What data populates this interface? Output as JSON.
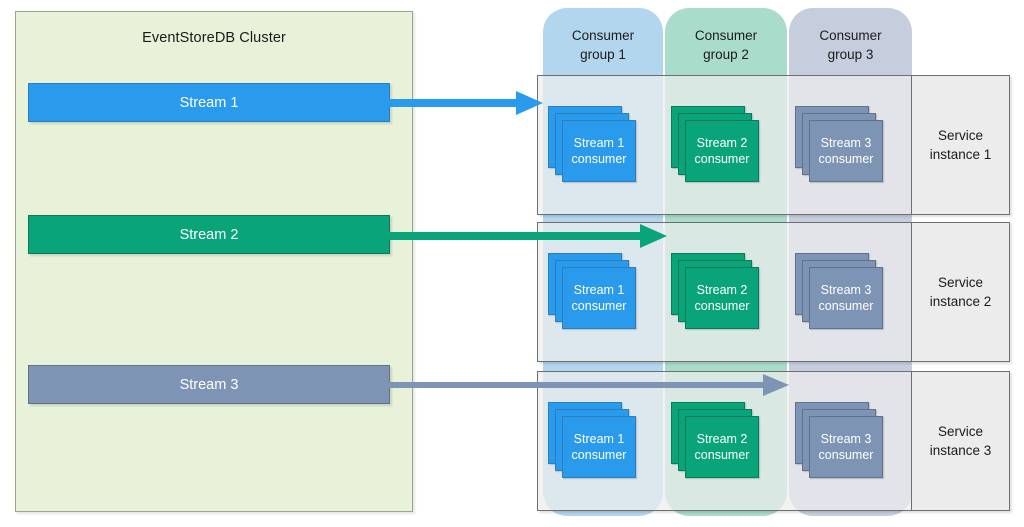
{
  "cluster": {
    "title": "EventStoreDB Cluster",
    "streams": [
      {
        "id": "stream-1",
        "label": "Stream 1",
        "color": "#2a9bec"
      },
      {
        "id": "stream-2",
        "label": "Stream 2",
        "color": "#0aa47a"
      },
      {
        "id": "stream-3",
        "label": "Stream 3",
        "color": "#7e94b4"
      }
    ]
  },
  "arrows": [
    {
      "name": "arrow-stream-1",
      "from": "Stream 1",
      "to": "Consumer group 1",
      "color": "#2a9bec"
    },
    {
      "name": "arrow-stream-2",
      "from": "Stream 2",
      "to": "Consumer group 2",
      "color": "#0aa47a"
    },
    {
      "name": "arrow-stream-3",
      "from": "Stream 3",
      "to": "Consumer group 3",
      "color": "#7e94b4"
    }
  ],
  "consumer_groups": [
    {
      "id": "consumer-group-1",
      "line1": "Consumer",
      "line2": "group 1",
      "color": "#b3d6ef"
    },
    {
      "id": "consumer-group-2",
      "line1": "Consumer",
      "line2": "group 2",
      "color": "#a9dcca"
    },
    {
      "id": "consumer-group-3",
      "line1": "Consumer",
      "line2": "group 3",
      "color": "#c6cedd"
    }
  ],
  "service_instances": [
    {
      "id": "service-instance-1",
      "line1": "Service",
      "line2": "instance 1",
      "consumers": [
        {
          "line1": "Stream 1",
          "line2": "consumer",
          "style": "blue"
        },
        {
          "line1": "Stream 2",
          "line2": "consumer",
          "style": "green"
        },
        {
          "line1": "Stream 3",
          "line2": "consumer",
          "style": "slate"
        }
      ]
    },
    {
      "id": "service-instance-2",
      "line1": "Service",
      "line2": "instance 2",
      "consumers": [
        {
          "line1": "Stream 1",
          "line2": "consumer",
          "style": "blue"
        },
        {
          "line1": "Stream 2",
          "line2": "consumer",
          "style": "green"
        },
        {
          "line1": "Stream 3",
          "line2": "consumer",
          "style": "slate"
        }
      ]
    },
    {
      "id": "service-instance-3",
      "line1": "Service",
      "line2": "instance 3",
      "consumers": [
        {
          "line1": "Stream 1",
          "line2": "consumer",
          "style": "blue"
        },
        {
          "line1": "Stream 2",
          "line2": "consumer",
          "style": "green"
        },
        {
          "line1": "Stream 3",
          "line2": "consumer",
          "style": "slate"
        }
      ]
    }
  ],
  "palette": {
    "cluster_bg": "#e7f2d9",
    "cluster_border": "#9aa78c",
    "blue": "#2a9bec",
    "green": "#0aa47a",
    "slate": "#7e94b4",
    "group1_bg": "#b3d6ef",
    "group2_bg": "#a9dcca",
    "group3_bg": "#c6cedd",
    "service_bg": "#ececec"
  }
}
